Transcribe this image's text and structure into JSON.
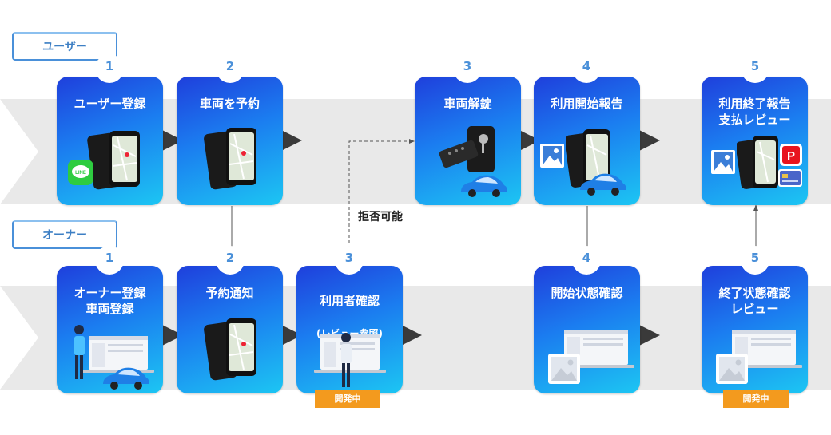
{
  "roles": {
    "user": "ユーザー",
    "owner": "オーナー"
  },
  "user_steps": [
    {
      "number": "1",
      "title": "ユーザー登録",
      "icons": [
        "smartphone-map-icon",
        "line-app-icon"
      ]
    },
    {
      "number": "2",
      "title": "車両を予約",
      "icons": [
        "smartphone-map-icon"
      ]
    },
    {
      "number": "3",
      "title": "車両解錠",
      "icons": [
        "keybox-icon",
        "car-icon"
      ]
    },
    {
      "number": "4",
      "title": "利用開始報告",
      "icons": [
        "photo-icon",
        "smartphone-map-icon",
        "car-icon"
      ]
    },
    {
      "number": "5",
      "title": "利用終了報告\n支払レビュー",
      "icons": [
        "photo-icon",
        "smartphone-map-icon",
        "paypay-icon",
        "credit-card-icon"
      ]
    }
  ],
  "owner_steps": [
    {
      "number": "1",
      "title": "オーナー登録\n車両登録",
      "icons": [
        "person-icon",
        "laptop-icon",
        "car-icon"
      ]
    },
    {
      "number": "2",
      "title": "予約通知",
      "icons": [
        "smartphone-map-icon"
      ]
    },
    {
      "number": "3",
      "title": "利用者確認",
      "subtitle": "(レビュー参照)",
      "badge": "開発中",
      "icons": [
        "person-icon",
        "laptop-icon"
      ]
    },
    {
      "number": "4",
      "title": "開始状態確認",
      "icons": [
        "photo-icon",
        "laptop-icon"
      ]
    },
    {
      "number": "5",
      "title": "終了状態確認\nレビュー",
      "badge": "開発中",
      "icons": [
        "photo-icon",
        "laptop-icon"
      ]
    }
  ],
  "annotations": {
    "reject": "拒否可能"
  },
  "colors": {
    "card_top": "#1f3fdc",
    "card_bottom": "#1cc6f3",
    "badge": "#f39a1e",
    "lane": "#e9e9e9",
    "role_border": "#4a90d9"
  }
}
